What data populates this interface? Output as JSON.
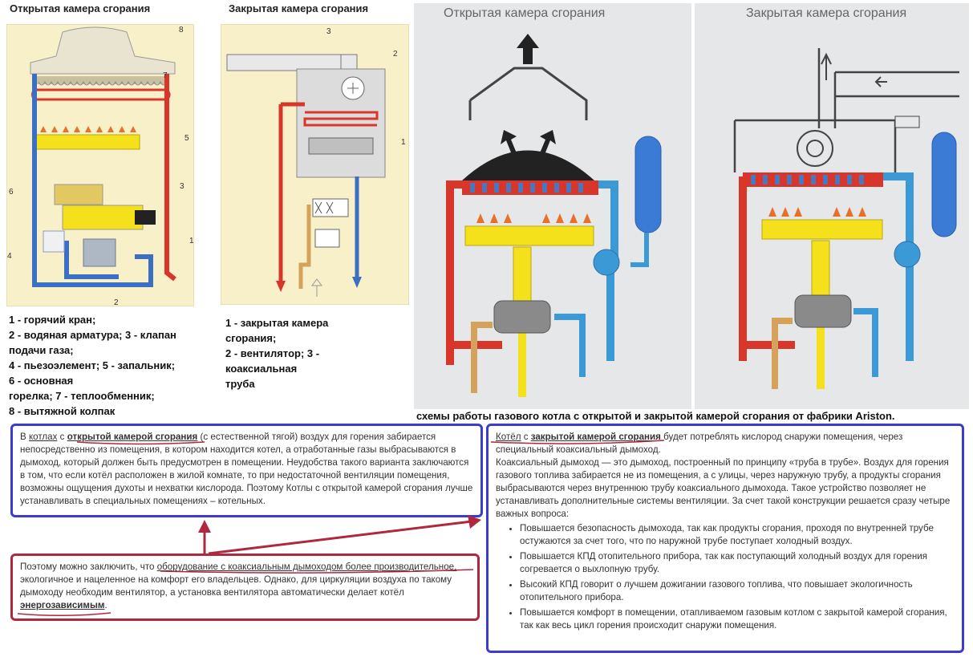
{
  "panels": {
    "open_small_title": "Открытая камера сгорания",
    "closed_small_title": "Закрытая камера сгорания",
    "open_large_title": "Открытая камера сгорания",
    "closed_large_title": "Закрытая камера сгорания"
  },
  "callouts_open": [
    "8",
    "7",
    "5",
    "6",
    "3",
    "4",
    "2",
    "1"
  ],
  "callouts_closed": [
    "3",
    "2",
    "1"
  ],
  "legend_open": [
    "1 - горячий кран;",
    "2 - водяная арматура; 3 - клапан",
    "подачи газа;",
    "4 - пьезоэлемент; 5 - запальник;",
    "6 - основная",
    "горелка; 7 - теплообменник;",
    "8 - вытяжной колпак"
  ],
  "legend_closed": [
    "1 - закрытая камера",
    "сгорания;",
    "2 - вентилятор; 3 -",
    "коаксиальная",
    "труба"
  ],
  "caption": "схемы работы газового котла с открытой и закрытой камерой сгорания от  фабрики Ariston.",
  "box_open": {
    "p1": "В ",
    "p2": "котлах",
    "p3": " с ",
    "p4": "открытой камерой сгорания",
    "p5": " (с естественной тягой) воздух для горения забирается непосредственно из помещения, в котором находится котел, а отработанные газы выбрасываются в дымоход, который должен быть предусмотрен в помещении. Неудобства такого варианта заключаются в том, что если котёл расположен в жилой комнате, то при недостаточной вентиляции помещения, возможны ощущения духоты и нехватки кислорода. Поэтому Котлы с открытой камерой сгорания лучше устанавливать в специальных помещениях – котельных."
  },
  "box_conclusion": {
    "p1": "Поэтому можно заключить, что ",
    "p2": "оборудование с коаксиальным дымоходом более производительное,",
    "p3": " экологичное и нацеленное на комфорт его владельцев. Однако, для циркуляции воздуха по такому дымоходу необходим вентилятор, а установка вентилятора автоматически делает котёл ",
    "p4": "энергозависимым",
    "p5": "."
  },
  "box_closed": {
    "p1": "Котёл",
    "p2": " с ",
    "p3": "закрытой камерой сгорания",
    "p4": " будет потреблять кислород снаружи помещения, через специальный коаксиальный дымоход.",
    "p5": "Коаксиальный дымоход — это дымоход, построенный по принципу «труба в трубе». Воздух для горения газового топлива забирается не из помещения, а с улицы, через наружную трубу, а продукты сгорания выбрасываются через внутреннюю трубу коаксиального дымохода. Такое устройство позволяет не устанавливать дополнительные системы вентиляции. За счет такой конструкции решается сразу четыре важных вопроса:",
    "bullets": [
      "Повышается безопасность дымохода, так как продукты сгорания, проходя по внутренней трубе остужаются за счет того, что по наружной трубе поступает холодный воздух.",
      "Повышается КПД отопительного прибора, так как поступающий холодный воздух для горения согревается о выхлопную трубу.",
      "Высокий КПД говорит о лучшем дожигании газового топлива, что повышает экологичность отопительного прибора.",
      "Повышается комфорт в помещении, отапливаемом газовым котлом с закрытой камерой сгорания, так как весь цикл горения происходит снаружи помещения."
    ]
  },
  "colors": {
    "hot": "#d9362b",
    "cold": "#3b6fc4",
    "gas": "#f4e11c",
    "panel_bg": "#f7f0c8",
    "blue_border": "#3b3bd0",
    "red_border": "#b0283d"
  }
}
